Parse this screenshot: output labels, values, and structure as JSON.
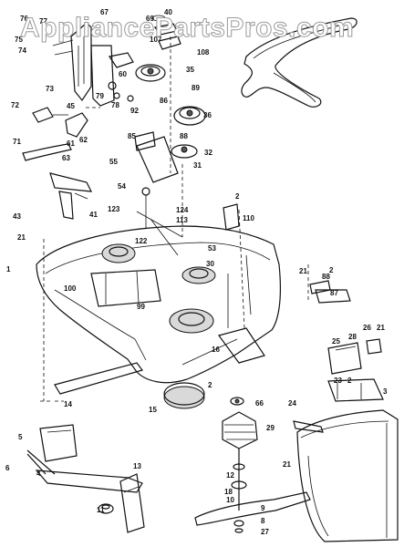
{
  "watermark": "AppliancePartsPros.com",
  "labels": [
    "67",
    "40",
    "69",
    "107",
    "108",
    "35",
    "76",
    "77",
    "75",
    "74",
    "73",
    "79",
    "60",
    "78",
    "92",
    "89",
    "86",
    "36",
    "72",
    "45",
    "61",
    "62",
    "71",
    "63",
    "43",
    "41",
    "88",
    "85",
    "32",
    "31",
    "55",
    "54",
    "2",
    "110",
    "123",
    "124",
    "113",
    "21",
    "122",
    "53",
    "1",
    "30",
    "100",
    "99",
    "88",
    "87",
    "21",
    "2",
    "2",
    "16",
    "15",
    "66",
    "14",
    "29",
    "24",
    "25",
    "28",
    "26",
    "21",
    "23",
    "3",
    "5",
    "6",
    "4",
    "13",
    "12",
    "18",
    "11",
    "10",
    "9",
    "8",
    "27",
    "21",
    "2"
  ],
  "colors": {
    "ink": "#111111",
    "paper": "#ffffff",
    "watermark_stroke": "#9a9a9a"
  }
}
